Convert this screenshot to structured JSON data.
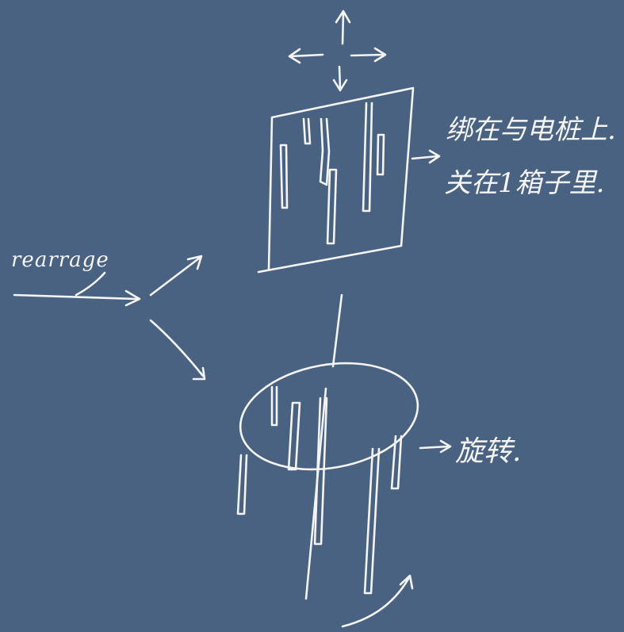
{
  "labels": {
    "rearrange": "rearrage",
    "tie_to_pole": "绑在与电桩上.",
    "shut_in_box": "关在1箱子里.",
    "rotate": "旋转."
  },
  "colors": {
    "background": "#4a6282",
    "ink": "#f4f4f4"
  }
}
